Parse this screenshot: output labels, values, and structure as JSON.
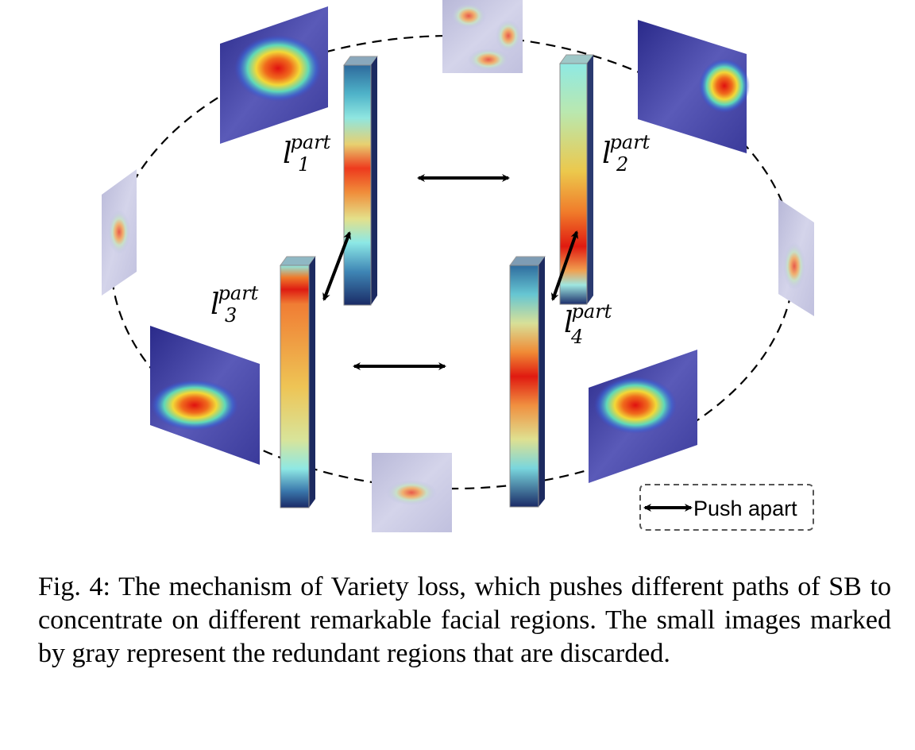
{
  "labels": {
    "l1": {
      "base": "l",
      "sub": "1",
      "sup": "part"
    },
    "l2": {
      "base": "l",
      "sub": "2",
      "sup": "part"
    },
    "l3": {
      "base": "l",
      "sub": "3",
      "sup": "part"
    },
    "l4": {
      "base": "l",
      "sub": "4",
      "sup": "part"
    }
  },
  "legend": {
    "label": "Push apart"
  },
  "caption": "Fig. 4: The mechanism of Variety loss, which pushes different paths of SB to concentrate on different remarkable facial regions. The small images marked by gray represent the redundant regions that are discarded."
}
